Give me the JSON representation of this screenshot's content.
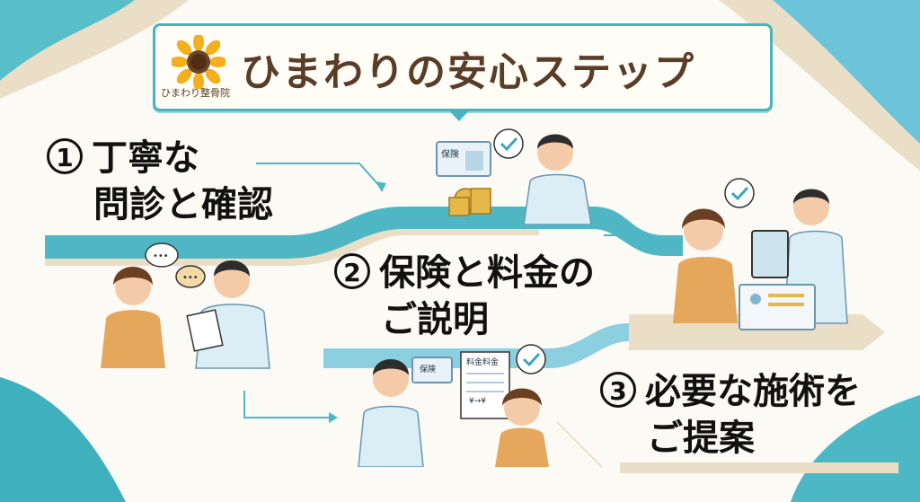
{
  "title": {
    "text": "ひまわりの安心ステップ",
    "logo_caption": "ひまわり整骨院"
  },
  "steps": [
    {
      "number": "1",
      "line1": "丁寧な",
      "line2": "問診と確認"
    },
    {
      "number": "2",
      "line1": "保険と料金の",
      "line2": "ご説明"
    },
    {
      "number": "3",
      "line1": "必要な施術を",
      "line2": "ご提案"
    }
  ],
  "illustrations": {
    "insurance_card_label": "保険",
    "fee_sheet_label": "料金料金",
    "fee_sheet_yen": "¥→¥",
    "speech_dots": "•••"
  },
  "colors": {
    "teal": "#46b4c0",
    "light_teal": "#8ccfe0",
    "beige": "#eadfc6",
    "title_brown": "#5a3d28",
    "sunflower": "#f2b01e"
  }
}
